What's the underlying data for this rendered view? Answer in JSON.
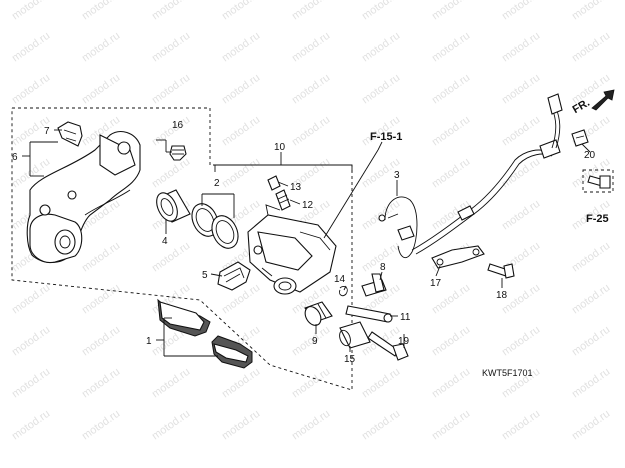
{
  "watermark": "motod.ru",
  "diagram_code": "KWT5F1701",
  "references": {
    "fr": "FR.",
    "f15": "F-15-1",
    "f25": "F-25"
  },
  "labels": {
    "n1": "1",
    "n2": "2",
    "n3": "3",
    "n4": "4",
    "n5": "5",
    "n6": "6",
    "n7": "7",
    "n8": "8",
    "n9": "9",
    "n10": "10",
    "n11": "11",
    "n12": "12",
    "n13": "13",
    "n14": "14",
    "n15": "15",
    "n16": "16",
    "n17": "17",
    "n18": "18",
    "n19": "19",
    "n20": "20"
  }
}
